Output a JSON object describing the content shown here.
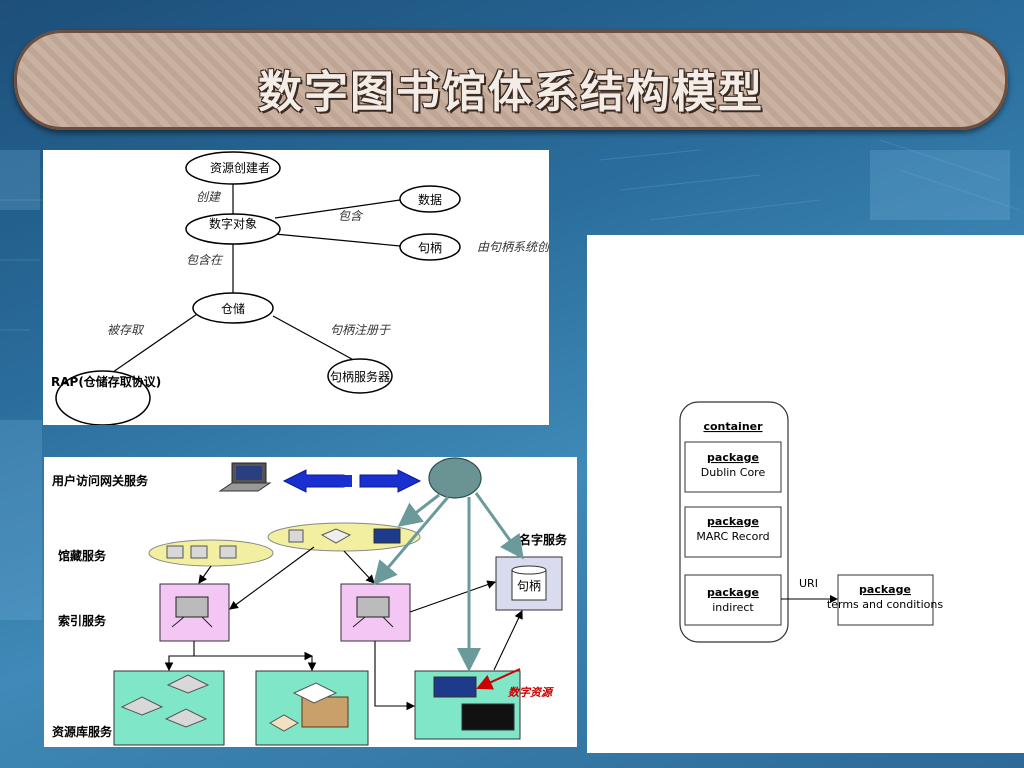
{
  "title": "数字图书馆体系结构模型",
  "diagram1": {
    "nodes": {
      "creator": "资源创建者",
      "digital_object": "数字对象",
      "data": "数据",
      "handle": "句柄",
      "repository": "仓储",
      "rap": "RAP(仓储存取协议)",
      "handle_server": "句柄服务器"
    },
    "edges": {
      "create": "创建",
      "contains": "包含",
      "contained_in": "包含在",
      "handle_note": "由句柄系统创建",
      "accessed_by": "被存取",
      "registered_in": "句柄注册于"
    }
  },
  "diagram2": {
    "layers": {
      "gateway": "用户访问网关服务",
      "collection": "馆藏服务",
      "index": "索引服务",
      "repository": "资源库服务"
    },
    "name_service": "名字服务",
    "handle": "句柄",
    "digital_resource": "数字资源"
  },
  "diagram3": {
    "container": "container",
    "packages": [
      {
        "title": "package",
        "desc": "Dublin Core"
      },
      {
        "title": "package",
        "desc": "MARC Record"
      },
      {
        "title": "package",
        "desc": "indirect"
      }
    ],
    "uri": "URI",
    "external": {
      "title": "package",
      "desc": "terms and conditions"
    }
  },
  "colors": {
    "accent": "#0000cc",
    "teal": "#6a8f8f",
    "pink": "#f3c6f3",
    "mint": "#7fe6c8",
    "lavender": "#d9dcef",
    "yellow": "#f2f0a0",
    "red": "#cc0000"
  }
}
